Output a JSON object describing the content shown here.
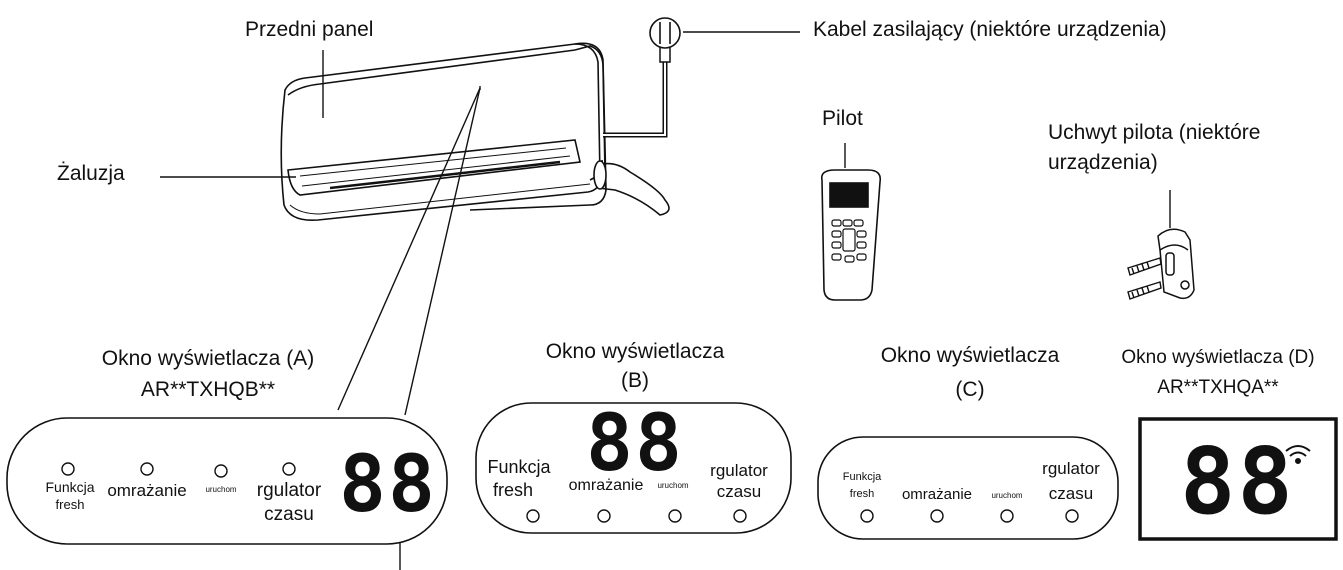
{
  "callouts": {
    "front_panel": "Przedni panel",
    "power_cable": "Kabel zasilający (niektóre urządzenia)",
    "louver": "Żaluzja",
    "remote": "Pilot",
    "remote_holder_line1": "Uchwyt pilota (niektóre",
    "remote_holder_line2": "urządzenia)"
  },
  "displays": {
    "a": {
      "title_line1": "Okno wyświetlacza (A)",
      "title_line2": "AR**TXHQB**",
      "digits": "88",
      "fresh_line1": "Funkcja",
      "fresh_line2": "fresh",
      "defrost": "omrażanie",
      "run": "uruchom",
      "timer_line1": "rgulator",
      "timer_line2": "czasu"
    },
    "b": {
      "title_line1": "Okno wyświetlacza",
      "title_line2": "(B)",
      "digits": "88",
      "fresh_line1": "Funkcja",
      "fresh_line2": "fresh",
      "defrost": "omrażanie",
      "run": "uruchom",
      "timer_line1": "rgulator",
      "timer_line2": "czasu"
    },
    "c": {
      "title_line1": "Okno wyświetlacza",
      "title_line2": "(C)",
      "fresh_line1": "Funkcja",
      "fresh_line2": "fresh",
      "defrost": "omrażanie",
      "run": "uruchom",
      "timer_line1": "rgulator",
      "timer_line2": "czasu"
    },
    "d": {
      "title_line1": "Okno wyświetlacza (D)",
      "title_line2": "AR**TXHQA**",
      "digits": "88"
    }
  },
  "icons": {
    "indicator_led": "circle-led-icon",
    "wifi": "wifi-icon",
    "plug": "plug-icon",
    "screw": "screw-icon"
  },
  "colors": {
    "line": "#111111",
    "background": "#ffffff"
  }
}
